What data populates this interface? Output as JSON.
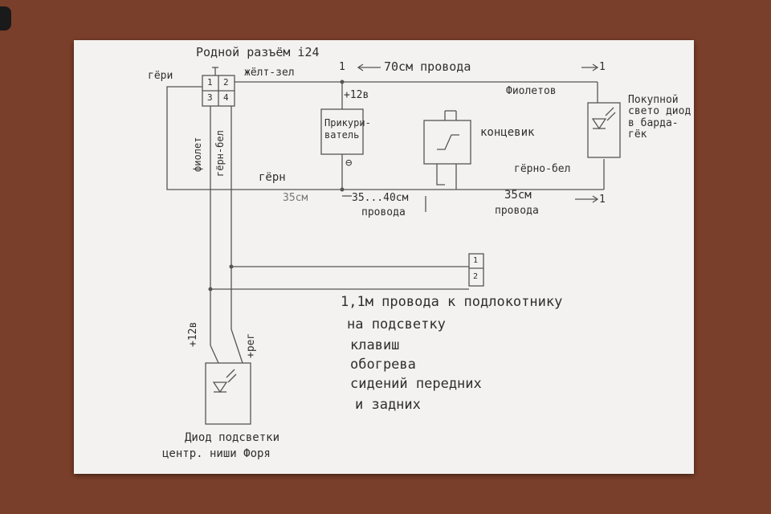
{
  "connector": {
    "title": "Родной разъём i24",
    "pins": [
      "1",
      "2",
      "3",
      "4"
    ],
    "left_wire": "гёри",
    "top_wire": "жёлт-зел",
    "down_wire_1": "фиолет",
    "down_wire_2": "гёрн-бел"
  },
  "top_run": {
    "length_label": "70см провода",
    "arrow_mark": "1",
    "wire_right": "Фиолетов"
  },
  "lighter": {
    "name": "Прикури-ватель",
    "plus_label": "+12в",
    "minus_symbol": "⊖"
  },
  "limit_switch": {
    "name": "концевик"
  },
  "glovebox_led": {
    "label": "Покупной свето диод в барда-гёк"
  },
  "bottom_run": {
    "ground_label": "гёрн",
    "wire_right": "гёрно-бел",
    "length_left": "35см",
    "length_left_2": "35...40см",
    "length_left_unit": "провода",
    "length_right": "35см",
    "length_right_unit": "провода",
    "arrow_mark": "1"
  },
  "armrest": {
    "pins": [
      "1",
      "2"
    ],
    "note_lines": [
      "1,1м провода к подлокотнику",
      "на подсветку",
      "клавиш",
      "обогрева",
      "сидений передних",
      "и задних"
    ]
  },
  "niche_led": {
    "plus_label": "+12в",
    "reg_label": "+рег",
    "caption_line_1": "Диод подсветки",
    "caption_line_2": "центр. ниши Форя"
  }
}
